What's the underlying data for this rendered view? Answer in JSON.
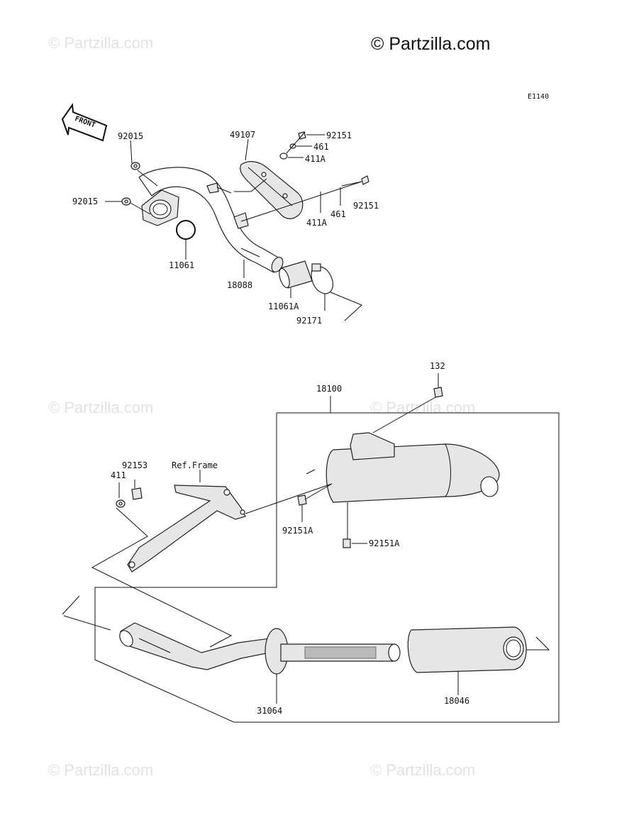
{
  "brand": "© Partzilla.com",
  "watermark": "© Partzilla.com",
  "diagram_id": "E1140",
  "front_label": "FRONT",
  "callouts": {
    "p92015a": "92015",
    "p92015b": "92015",
    "p11061": "11061",
    "p18088": "18088",
    "p49107": "49107",
    "p92151a": "92151",
    "p461a": "461",
    "p411Aa": "411A",
    "p92151b": "92151",
    "p461b": "461",
    "p411Ab": "411A",
    "p11061A": "11061A",
    "p92171": "92171",
    "p132": "132",
    "p18100": "18100",
    "p92153": "92153",
    "p411": "411",
    "pRefFrame": "Ref.Frame",
    "p92151Aa": "92151A",
    "p92151Ab": "92151A",
    "p31064": "31064",
    "p18046": "18046"
  }
}
